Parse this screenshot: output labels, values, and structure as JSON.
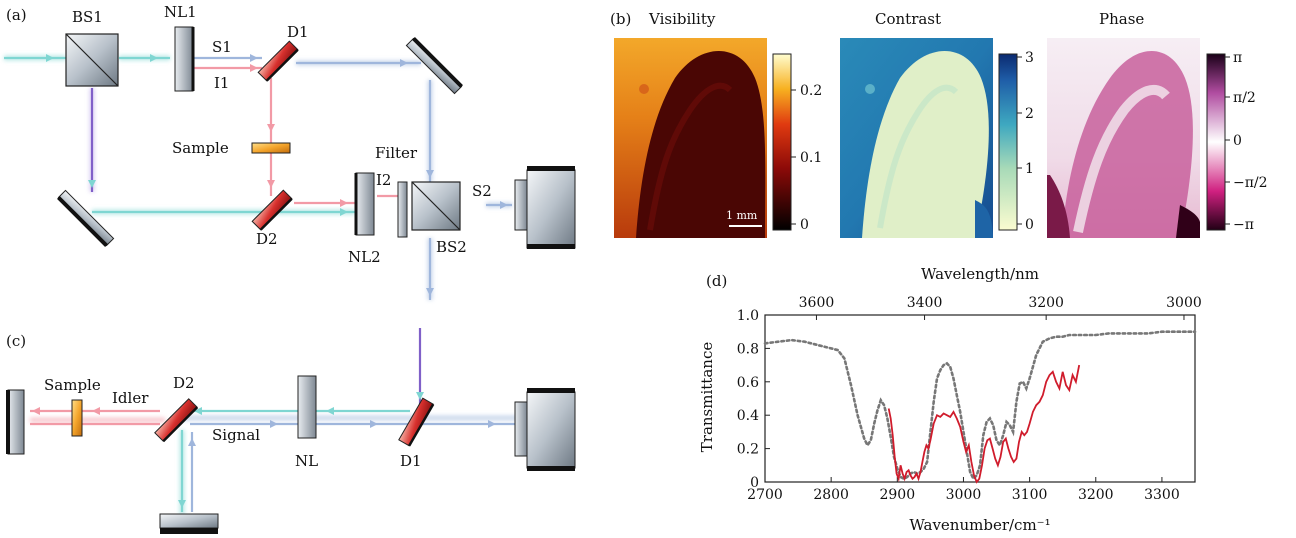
{
  "panel_labels": {
    "a": "(a)",
    "b": "(b)",
    "c": "(c)",
    "d": "(d)"
  },
  "panel_a": {
    "bs1": "BS1",
    "nl1": "NL1",
    "s1": "S1",
    "i1": "I1",
    "d1": "D1",
    "sample": "Sample",
    "filter": "Filter",
    "i2": "I2",
    "s2": "S2",
    "d2": "D2",
    "nl2": "NL2",
    "bs2": "BS2"
  },
  "panel_b": {
    "titles": [
      "Visibility",
      "Contrast",
      "Phase"
    ],
    "visibility_ticks": [
      "0.2",
      "0.1",
      "0"
    ],
    "contrast_ticks": [
      "3",
      "2",
      "1",
      "0"
    ],
    "phase_ticks": [
      "π",
      "π/2",
      "0",
      "−π/2",
      "−π"
    ],
    "scalebar": "1 mm"
  },
  "panel_c": {
    "sample": "Sample",
    "idler": "Idler",
    "d2": "D2",
    "signal": "Signal",
    "nl": "NL",
    "d1": "D1"
  },
  "colors": {
    "signal_beam": "#9fb6dc",
    "idler_beam": "#f29aa6",
    "pump_beam": "#7fd6d2",
    "mirror_red": "#d8312e",
    "sample_orange": "#f4a52c",
    "fit_line": "#d01c2c",
    "reference_line": "#777777"
  },
  "chart_data": {
    "type": "line",
    "xlabel": "Wavenumber/cm⁻¹",
    "x2label": "Wavelength/nm",
    "ylabel": "Transmittance",
    "xlim": [
      2700,
      3350
    ],
    "ylim": [
      0,
      1.0
    ],
    "x_ticks": [
      2700,
      2800,
      2900,
      3000,
      3100,
      3200,
      3300
    ],
    "y_ticks": [
      "0",
      "0.2",
      "0.4",
      "0.6",
      "0.8",
      "1.0"
    ],
    "top_ticks": [
      {
        "label": "3600",
        "value": 3600
      },
      {
        "label": "3400",
        "value": 3400
      },
      {
        "label": "3200",
        "value": 3200
      },
      {
        "label": "3000",
        "value": 3000
      }
    ],
    "grid": false,
    "series": [
      {
        "style": "dotted",
        "x": [
          2700,
          2720,
          2740,
          2760,
          2780,
          2800,
          2810,
          2820,
          2830,
          2840,
          2850,
          2855,
          2860,
          2865,
          2870,
          2875,
          2880,
          2885,
          2890,
          2895,
          2900,
          2905,
          2910,
          2915,
          2920,
          2925,
          2930,
          2935,
          2940,
          2945,
          2950,
          2955,
          2960,
          2965,
          2970,
          2975,
          2980,
          2985,
          2990,
          2995,
          3000,
          3005,
          3010,
          3015,
          3020,
          3025,
          3030,
          3035,
          3040,
          3045,
          3050,
          3055,
          3060,
          3065,
          3070,
          3075,
          3080,
          3085,
          3090,
          3095,
          3100,
          3110,
          3120,
          3130,
          3140,
          3150,
          3160,
          3170,
          3180,
          3200,
          3220,
          3250,
          3280,
          3300,
          3320,
          3350
        ],
        "y": [
          0.83,
          0.84,
          0.85,
          0.84,
          0.82,
          0.8,
          0.79,
          0.74,
          0.58,
          0.4,
          0.26,
          0.22,
          0.25,
          0.35,
          0.43,
          0.49,
          0.46,
          0.38,
          0.27,
          0.15,
          0.08,
          0.03,
          0.02,
          0.03,
          0.05,
          0.06,
          0.05,
          0.06,
          0.08,
          0.12,
          0.3,
          0.48,
          0.62,
          0.67,
          0.7,
          0.71,
          0.69,
          0.62,
          0.52,
          0.42,
          0.3,
          0.18,
          0.06,
          0.02,
          0.04,
          0.1,
          0.28,
          0.36,
          0.38,
          0.34,
          0.25,
          0.22,
          0.28,
          0.36,
          0.34,
          0.3,
          0.48,
          0.59,
          0.6,
          0.56,
          0.62,
          0.76,
          0.84,
          0.86,
          0.87,
          0.87,
          0.88,
          0.88,
          0.88,
          0.88,
          0.89,
          0.89,
          0.89,
          0.9,
          0.9,
          0.9
        ]
      },
      {
        "style": "solid",
        "x": [
          2887,
          2890,
          2893,
          2896,
          2899,
          2902,
          2905,
          2908,
          2911,
          2914,
          2917,
          2920,
          2923,
          2926,
          2929,
          2932,
          2935,
          2938,
          2941,
          2944,
          2947,
          2950,
          2955,
          2960,
          2965,
          2970,
          2975,
          2980,
          2985,
          2990,
          2995,
          3000,
          3004,
          3008,
          3012,
          3016,
          3020,
          3024,
          3028,
          3032,
          3036,
          3040,
          3044,
          3048,
          3052,
          3056,
          3060,
          3064,
          3068,
          3072,
          3076,
          3080,
          3084,
          3088,
          3092,
          3096,
          3100,
          3105,
          3110,
          3115,
          3120,
          3125,
          3130,
          3135,
          3140,
          3145,
          3150,
          3155,
          3160,
          3165,
          3170,
          3175
        ],
        "y": [
          0.44,
          0.38,
          0.28,
          0.15,
          0.05,
          0.02,
          0.1,
          0.05,
          0.02,
          0.06,
          0.07,
          0.04,
          0.02,
          0.03,
          0.05,
          0.02,
          0.06,
          0.12,
          0.18,
          0.22,
          0.2,
          0.25,
          0.35,
          0.4,
          0.39,
          0.41,
          0.4,
          0.39,
          0.42,
          0.38,
          0.33,
          0.24,
          0.18,
          0.22,
          0.12,
          0.04,
          0.0,
          0.02,
          0.1,
          0.2,
          0.25,
          0.26,
          0.2,
          0.14,
          0.1,
          0.15,
          0.24,
          0.26,
          0.2,
          0.15,
          0.12,
          0.14,
          0.24,
          0.3,
          0.28,
          0.3,
          0.35,
          0.42,
          0.46,
          0.48,
          0.52,
          0.6,
          0.64,
          0.66,
          0.6,
          0.56,
          0.66,
          0.58,
          0.55,
          0.64,
          0.6,
          0.7
        ]
      }
    ]
  }
}
